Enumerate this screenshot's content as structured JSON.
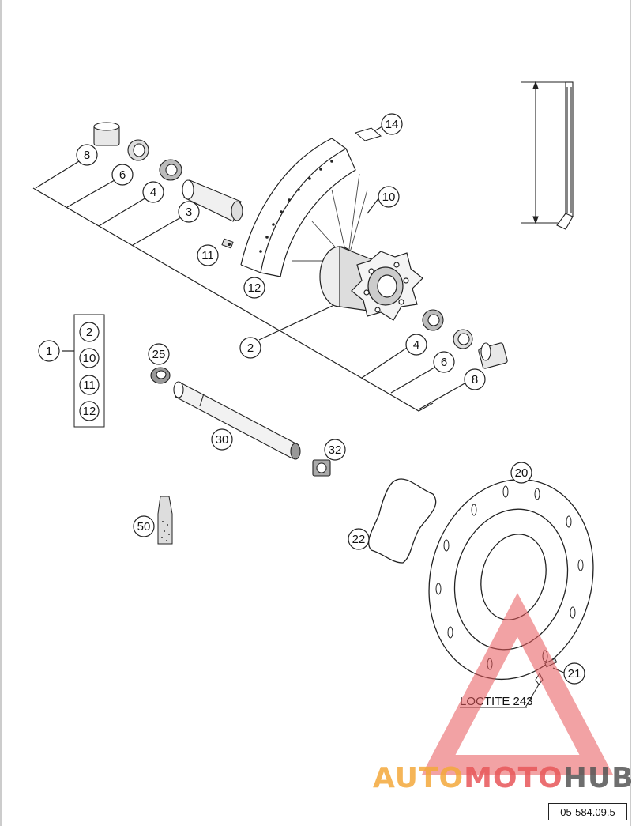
{
  "callouts": [
    {
      "id": "c8a",
      "label": "8"
    },
    {
      "id": "c6a",
      "label": "6"
    },
    {
      "id": "c4a",
      "label": "4"
    },
    {
      "id": "c3",
      "label": "3"
    },
    {
      "id": "c14",
      "label": "14"
    },
    {
      "id": "c10",
      "label": "10"
    },
    {
      "id": "c11",
      "label": "11"
    },
    {
      "id": "c12",
      "label": "12"
    },
    {
      "id": "c2",
      "label": "2"
    },
    {
      "id": "c4b",
      "label": "4"
    },
    {
      "id": "c6b",
      "label": "6"
    },
    {
      "id": "c8b",
      "label": "8"
    },
    {
      "id": "c1",
      "label": "1"
    },
    {
      "id": "c25",
      "label": "25"
    },
    {
      "id": "c30",
      "label": "30"
    },
    {
      "id": "c32",
      "label": "32"
    },
    {
      "id": "c50",
      "label": "50"
    },
    {
      "id": "c20",
      "label": "20"
    },
    {
      "id": "c22",
      "label": "22"
    },
    {
      "id": "c21",
      "label": "21"
    }
  ],
  "kit_items": [
    "2",
    "10",
    "11",
    "12"
  ],
  "loctite_label": "LOCTITE 243",
  "watermark": {
    "part1": "AUTO",
    "part2": "MOTO",
    "part3": "HUB",
    "color1": "#f4a93b",
    "color2": "#e8575a",
    "color3": "#555555"
  },
  "drawing_code": "05-584.09.5"
}
